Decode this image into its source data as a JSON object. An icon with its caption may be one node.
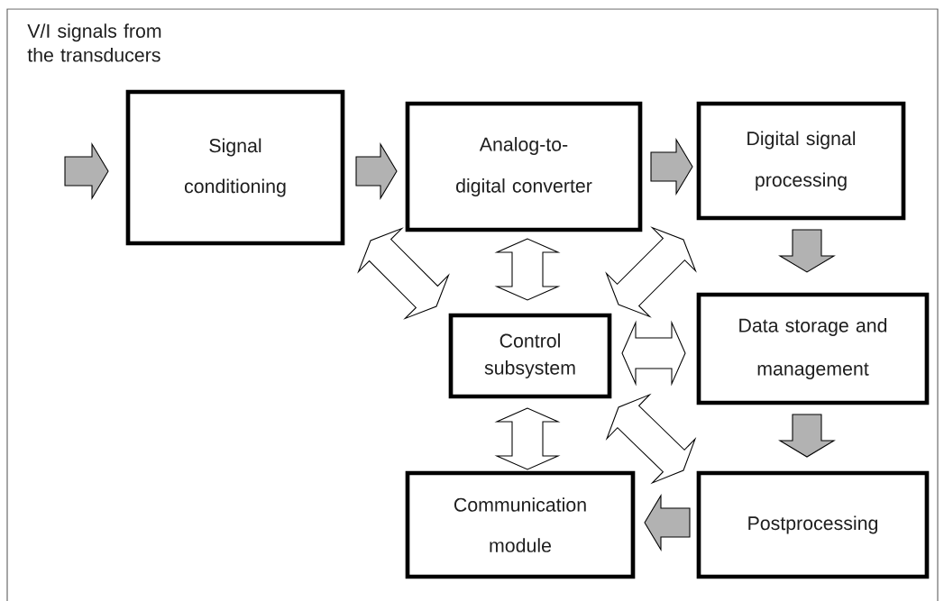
{
  "diagram": {
    "nodes": [
      {
        "text": [
          "Signal conditioning"
        ]
      },
      {
        "text": [
          "Analog-to-digital converter"
        ]
      },
      {
        "text": [
          "Digital signal processing"
        ]
      },
      {
        "text": [
          "Control subsystem"
        ]
      },
      {
        "text": [
          "Data storage and management"
        ]
      },
      {
        "text": [
          "Communication module"
        ]
      },
      {
        "text": [
          "Postprocessing"
        ]
      }
    ],
    "edges": [
      {
        "from": null,
        "to": 0,
        "arrow": "to"
      },
      {
        "from": 0,
        "to": 1,
        "arrow": "to"
      },
      {
        "from": 1,
        "to": 2,
        "arrow": "to"
      },
      {
        "from": 2,
        "to": 4,
        "arrow": "to"
      },
      {
        "from": 4,
        "to": 6,
        "arrow": "to"
      },
      {
        "from": 6,
        "to": 5,
        "arrow": "to"
      },
      {
        "from": 1,
        "to": 3,
        "arrow": "both"
      },
      {
        "from": 3,
        "to": 4,
        "arrow": "both"
      },
      {
        "from": 3,
        "to": 5,
        "arrow": "both"
      },
      {
        "from": 0,
        "to": 3,
        "arrow": "both"
      },
      {
        "from": 3,
        "to": 2,
        "arrow": "both"
      },
      {
        "from": 3,
        "to": 6,
        "arrow": "both"
      }
    ],
    "labels": [
      "V/I signals from the transducers"
    ]
  }
}
